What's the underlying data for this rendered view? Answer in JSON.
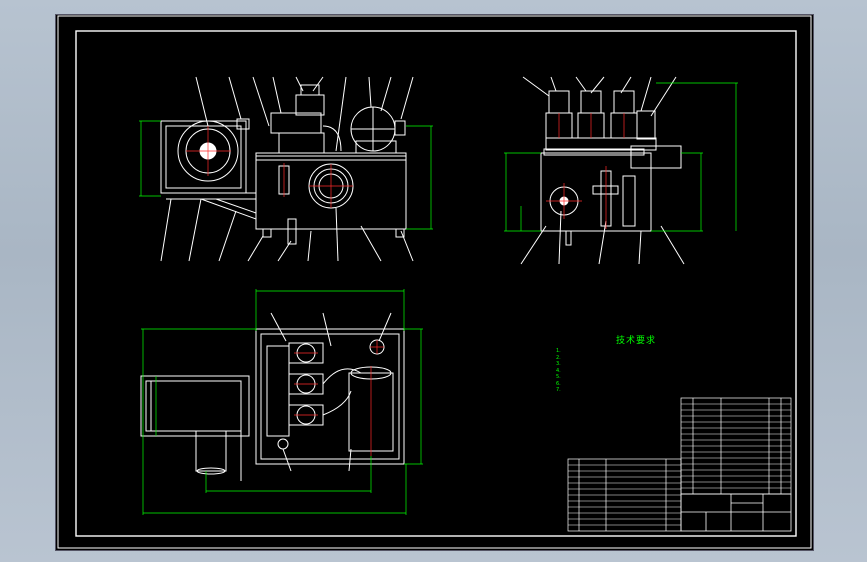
{
  "drawing": {
    "notes_title": "技术要求",
    "notes": [
      "1.",
      "2.",
      "3.",
      "4.",
      "5.",
      "6.",
      "7."
    ]
  },
  "colors": {
    "background": "#000000",
    "frame": "#ffffff",
    "dimensions": "#00ff00",
    "centerlines": "#ff2a2a",
    "window": "#b0bdca"
  }
}
